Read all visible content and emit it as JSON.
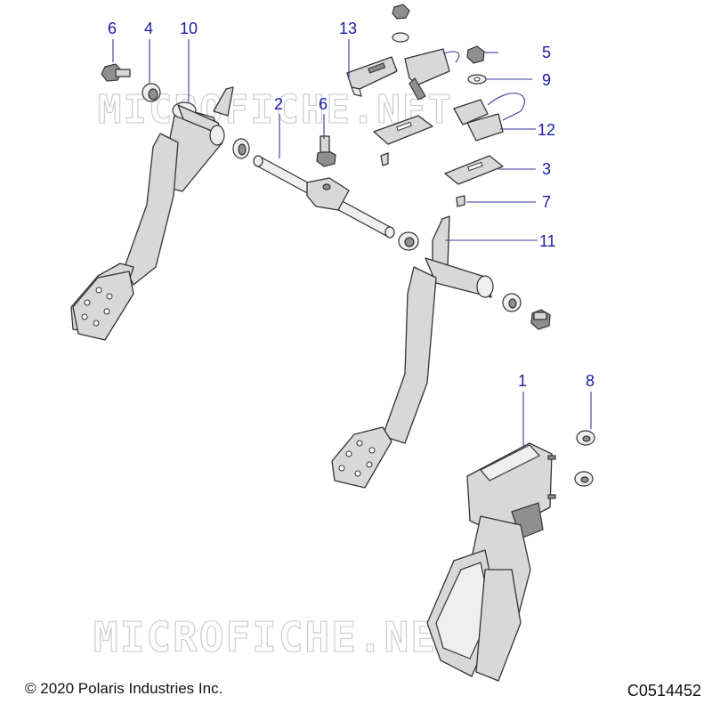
{
  "watermark": "MICROFICHE.NET",
  "callouts": {
    "c6a": "6",
    "c4": "4",
    "c10": "10",
    "c2": "2",
    "c6b": "6",
    "c13": "13",
    "c5": "5",
    "c9": "9",
    "c12": "12",
    "c3": "3",
    "c7": "7",
    "c11": "11",
    "c1": "1",
    "c8": "8"
  },
  "footer": {
    "copyright": "© 2020 Polaris Industries Inc.",
    "diagram_code": "C0514452"
  }
}
